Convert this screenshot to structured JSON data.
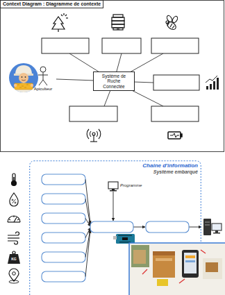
{
  "diagram": {
    "title": "Context Diagram : Diagramme de contexte",
    "nodes": [
      {
        "text": [
          "Système de Ruche Connectée"
        ]
      },
      {
        "text": [
          "Apiculteur"
        ]
      },
      {
        "text": [
          "Chaine d'information",
          "Système embarqué"
        ]
      }
    ],
    "edges": [
      {
        "from": 0,
        "to": 1,
        "arrow": "none"
      }
    ],
    "labels": [
      "Programme",
      "KG"
    ]
  }
}
